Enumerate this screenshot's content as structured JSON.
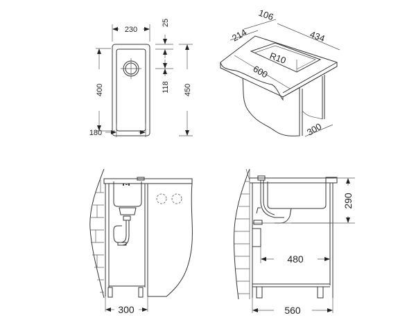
{
  "top_view": {
    "width_outer": "230",
    "width_inner": "180",
    "height_inner": "400",
    "height_outer": "450",
    "drain_offset_top": "25",
    "drain_offset": "118"
  },
  "iso_view": {
    "dim_106": "106",
    "dim_214": "214",
    "dim_434": "434",
    "radius": "R10",
    "dim_600": "600",
    "dim_300": "300"
  },
  "front_view": {
    "cabinet_width": "300"
  },
  "side_view": {
    "depth_sink": "290",
    "drain_distance": "480",
    "cabinet_depth": "560"
  },
  "colors": {
    "line": "#333333",
    "background": "#ffffff"
  }
}
